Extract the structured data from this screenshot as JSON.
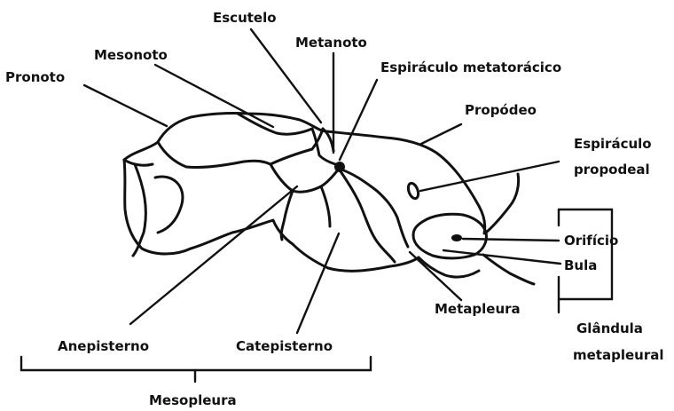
{
  "labels": {
    "pronoto": "Pronoto",
    "mesonoto": "Mesonoto",
    "escutelo": "Escutelo",
    "metanoto": "Metanoto",
    "espiraculo_metatoracico": "Espiráculo metatorácico",
    "propodeo": "Propódeo",
    "espiraculo_propodeal_1": "Espiráculo",
    "espiraculo_propodeal_2": "propodeal",
    "orificio": "Orifício",
    "bula": "Bula",
    "metapleura": "Metapleura",
    "glandula_1": "Glândula",
    "glandula_2": "metapleural",
    "anepisterno": "Anepisterno",
    "catepisterno": "Catepisterno",
    "mesopleura": "Mesopleura"
  },
  "colors": {
    "ink": "#111111",
    "background": "#ffffff"
  }
}
